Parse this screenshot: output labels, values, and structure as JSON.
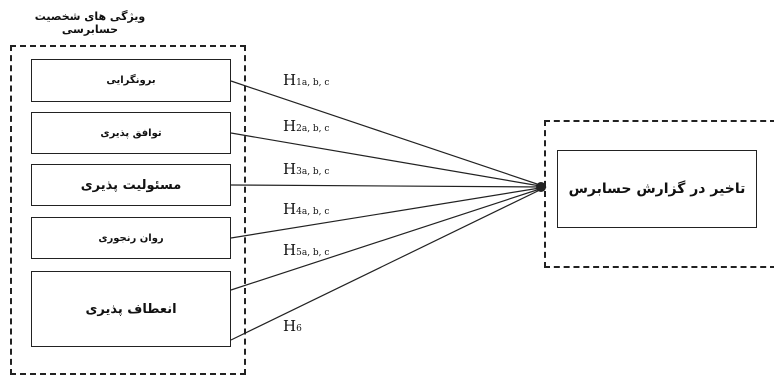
{
  "group_title": "ویژگی های شخصیت حسابرسی",
  "traits": [
    {
      "label": "برونگرایی"
    },
    {
      "label": "توافق پذیری"
    },
    {
      "label": "مسئولیت پذیری"
    },
    {
      "label": "روان رنجوری"
    },
    {
      "label": "انعطاف پذیری"
    }
  ],
  "target_label": "تاخیر در گزارش حسابرس",
  "hypotheses": [
    {
      "main": "H",
      "num": "1",
      "sub": "a, b, c"
    },
    {
      "main": "H",
      "num": "2",
      "sub": "a, b, c"
    },
    {
      "main": "H",
      "num": "3",
      "sub": "a, b, c"
    },
    {
      "main": "H",
      "num": "4",
      "sub": "a, b, c"
    },
    {
      "main": "H",
      "num": "5",
      "sub": "a, b, c"
    },
    {
      "main": "H",
      "num": "6",
      "sub": ""
    }
  ],
  "colors": {
    "line": "#222222",
    "border": "#222222",
    "background": "#ffffff"
  }
}
